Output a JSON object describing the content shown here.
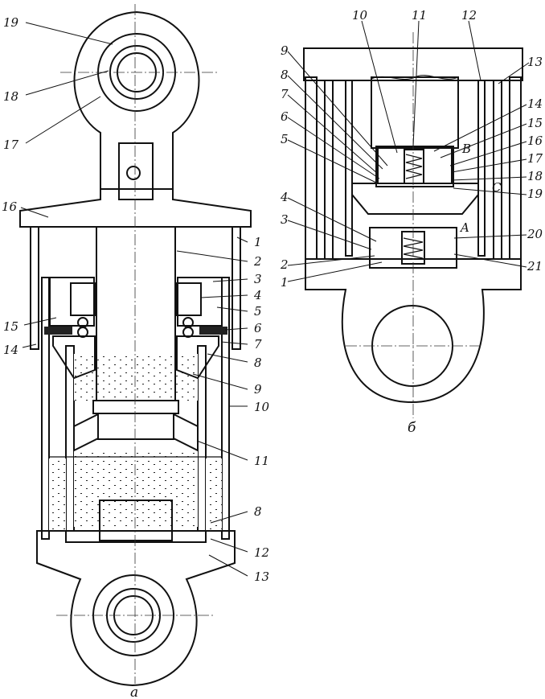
{
  "captions": {
    "left": "а",
    "right": "б"
  },
  "left_labels": [
    {
      "id": "19",
      "text": "19"
    },
    {
      "id": "18",
      "text": "18"
    },
    {
      "id": "17",
      "text": "17"
    },
    {
      "id": "16",
      "text": "16"
    },
    {
      "id": "15",
      "text": "15"
    },
    {
      "id": "14",
      "text": "14"
    },
    {
      "id": "1",
      "text": "1"
    },
    {
      "id": "2",
      "text": "2"
    },
    {
      "id": "3",
      "text": "3"
    },
    {
      "id": "4",
      "text": "4"
    },
    {
      "id": "5",
      "text": "5"
    },
    {
      "id": "6",
      "text": "6"
    },
    {
      "id": "7",
      "text": "7"
    },
    {
      "id": "8a",
      "text": "8"
    },
    {
      "id": "9",
      "text": "9"
    },
    {
      "id": "10",
      "text": "10"
    },
    {
      "id": "11",
      "text": "11"
    },
    {
      "id": "8b",
      "text": "8"
    },
    {
      "id": "12",
      "text": "12"
    },
    {
      "id": "13",
      "text": "13"
    }
  ],
  "right_labels": [
    {
      "id": "9",
      "text": "9"
    },
    {
      "id": "8",
      "text": "8"
    },
    {
      "id": "7",
      "text": "7"
    },
    {
      "id": "6",
      "text": "6"
    },
    {
      "id": "5",
      "text": "5"
    },
    {
      "id": "4",
      "text": "4"
    },
    {
      "id": "3",
      "text": "3"
    },
    {
      "id": "2",
      "text": "2"
    },
    {
      "id": "1",
      "text": "1"
    },
    {
      "id": "10",
      "text": "10"
    },
    {
      "id": "11",
      "text": "11"
    },
    {
      "id": "12",
      "text": "12"
    },
    {
      "id": "13",
      "text": "13"
    },
    {
      "id": "14",
      "text": "14"
    },
    {
      "id": "15",
      "text": "15"
    },
    {
      "id": "B",
      "text": "B"
    },
    {
      "id": "16",
      "text": "16"
    },
    {
      "id": "17",
      "text": "17"
    },
    {
      "id": "18",
      "text": "18"
    },
    {
      "id": "C",
      "text": "C"
    },
    {
      "id": "19",
      "text": "19"
    },
    {
      "id": "A",
      "text": "A"
    },
    {
      "id": "20",
      "text": "20"
    },
    {
      "id": "21",
      "text": "21"
    }
  ]
}
